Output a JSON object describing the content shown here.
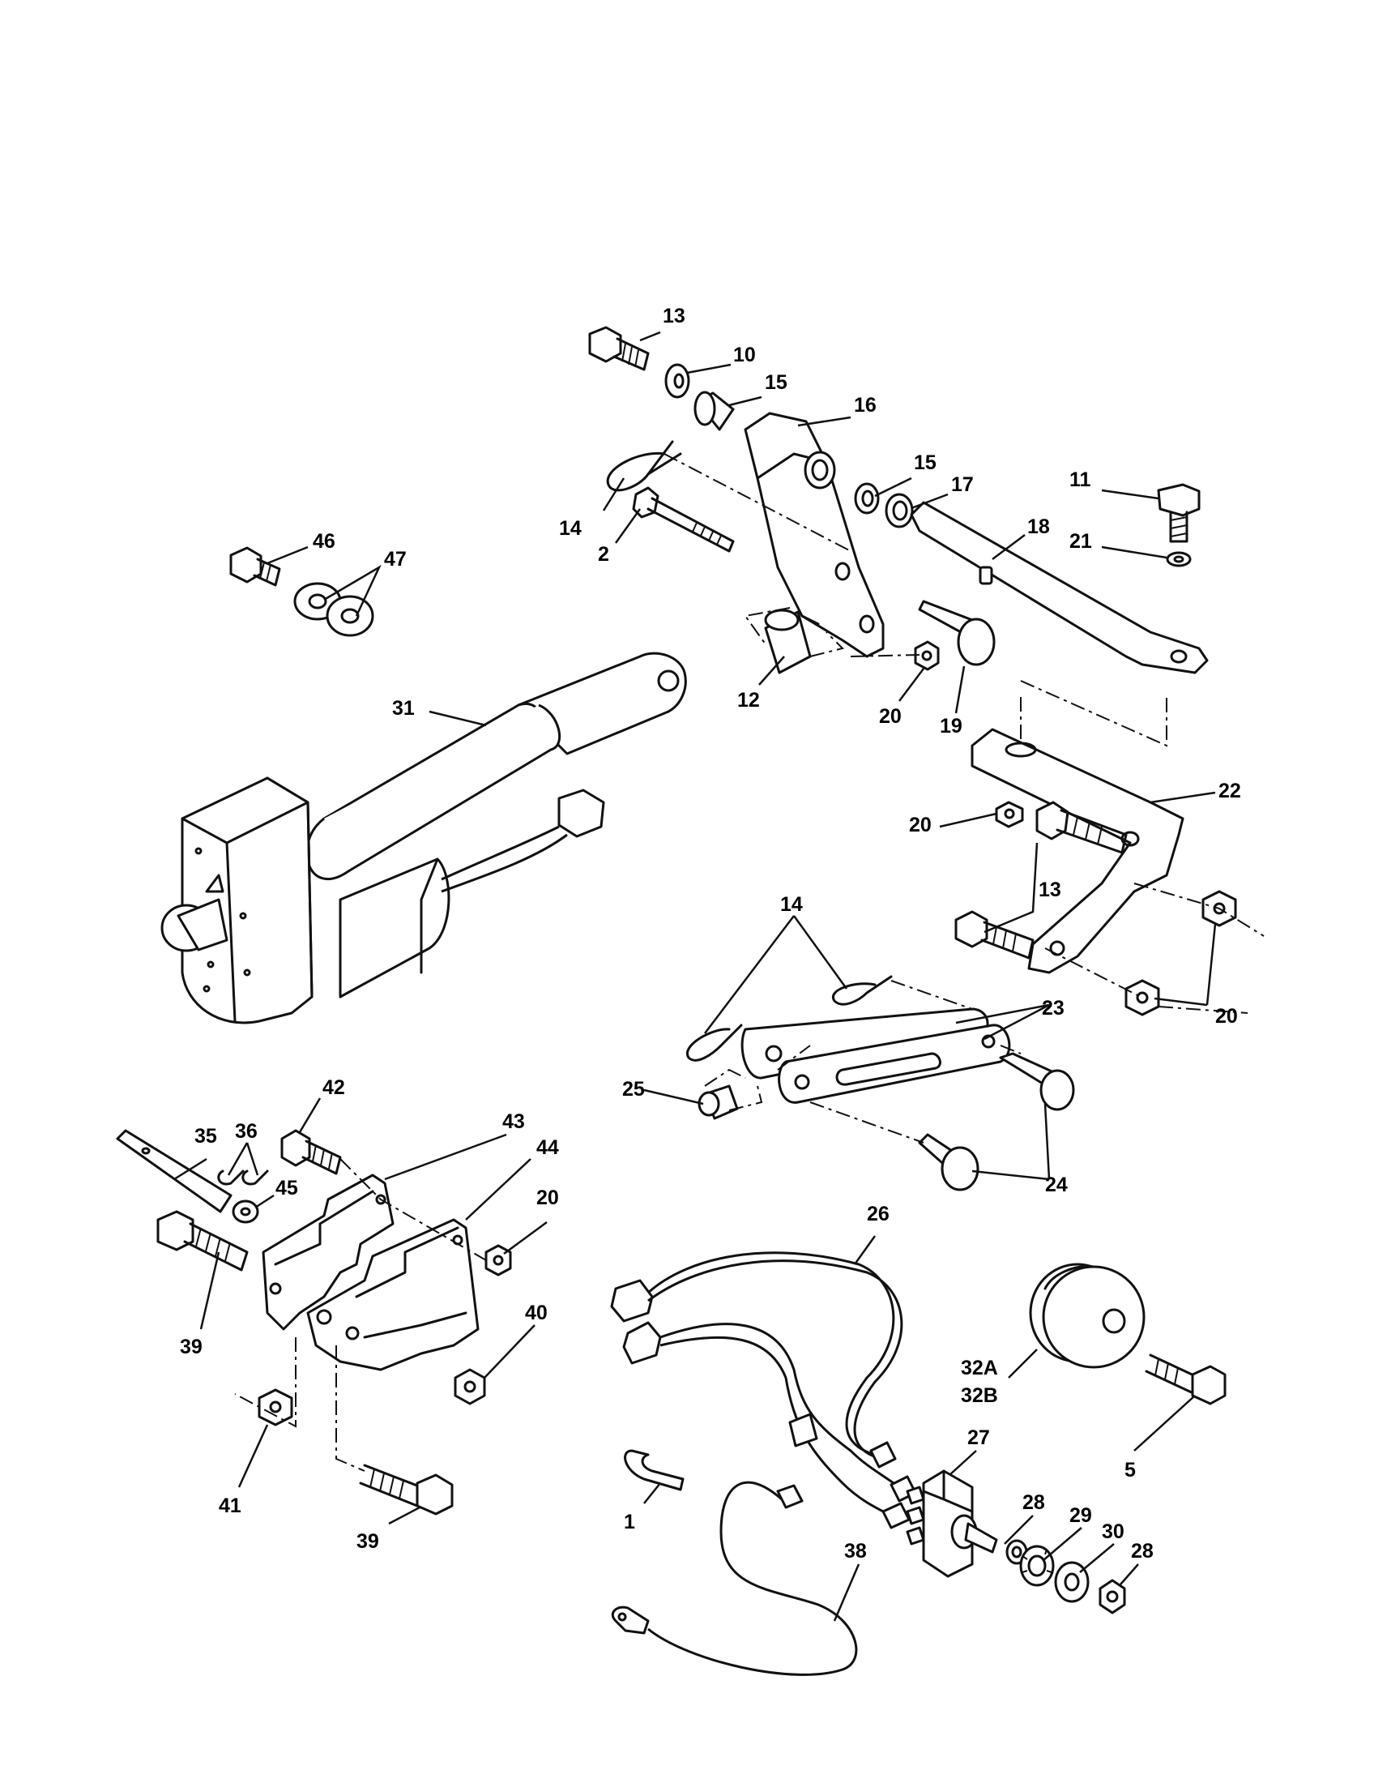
{
  "callouts": {
    "c13a": "13",
    "c10": "10",
    "c15a": "15",
    "c16": "16",
    "c15b": "15",
    "c17": "17",
    "c11": "11",
    "c21": "21",
    "c18": "18",
    "c14a": "14",
    "c2": "2",
    "c46": "46",
    "c47": "47",
    "c12": "12",
    "c20a": "20",
    "c19": "19",
    "c31": "31",
    "c22": "22",
    "c20b": "20",
    "c13b": "13",
    "c14b": "14",
    "c20c": "20",
    "c23": "23",
    "c25": "25",
    "c24": "24",
    "c42": "42",
    "c35": "35",
    "c36": "36",
    "c43": "43",
    "c44": "44",
    "c45": "45",
    "c20d": "20",
    "c39a": "39",
    "c26": "26",
    "c40": "40",
    "c32a": "32A",
    "c32b": "32B",
    "c5": "5",
    "c27": "27",
    "c41": "41",
    "c1": "1",
    "c28a": "28",
    "c29": "29",
    "c30": "30",
    "c28b": "28",
    "c38": "38",
    "c39b": "39"
  }
}
